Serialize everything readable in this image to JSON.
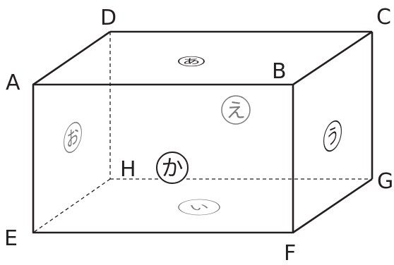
{
  "vertices": {
    "A": "A",
    "B": "B",
    "C": "C",
    "D": "D",
    "E": "E",
    "F": "F",
    "G": "G",
    "H": "H"
  },
  "face_labels": {
    "top": "あ",
    "bottom": "い",
    "right": "う",
    "back": "え",
    "left": "お",
    "front": "か"
  },
  "colors": {
    "edge": "#231f20",
    "hidden_label": "#7a7a7a",
    "front_label": "#231f20"
  }
}
